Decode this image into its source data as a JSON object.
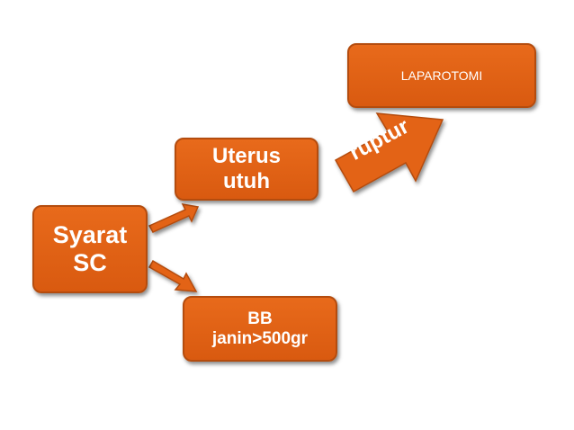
{
  "boxes": {
    "syarat": "Syarat\nSC",
    "uterus": "Uterus\nutuh",
    "bb": "BB\njanin>500gr",
    "laparotomi": "LAPAROTOMI"
  },
  "arrow_label": "ruptur",
  "colors": {
    "box_fill": "#e36416",
    "box_border": "#b44c0e",
    "text": "#ffffff",
    "background": "#ffffff"
  }
}
